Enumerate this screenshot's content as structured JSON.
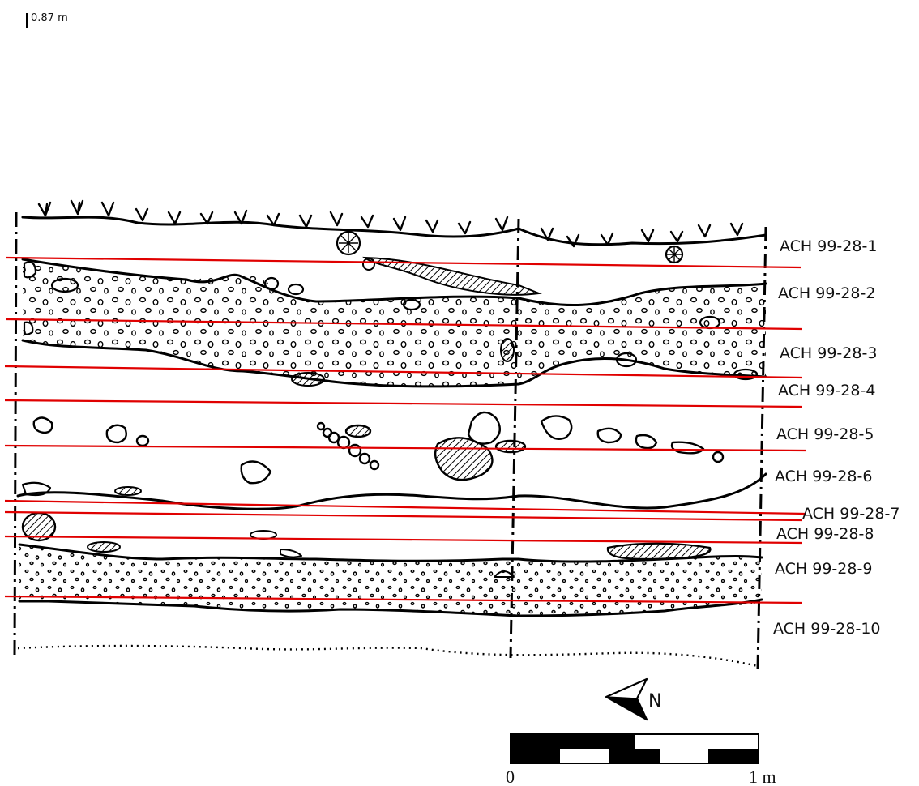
{
  "elevation_label": "0.87 m",
  "samples": [
    {
      "label": "ACH 99-28-1"
    },
    {
      "label": "ACH 99-28-2"
    },
    {
      "label": "ACH 99-28-3"
    },
    {
      "label": "ACH 99-28-4"
    },
    {
      "label": "ACH 99-28-5"
    },
    {
      "label": "ACH 99-28-6"
    },
    {
      "label": "ACH 99-28-7"
    },
    {
      "label": "ACH 99-28-8"
    },
    {
      "label": "ACH 99-28-9"
    },
    {
      "label": "ACH 99-28-10"
    }
  ],
  "north_arrow": {
    "label": "N"
  },
  "scale_bar": {
    "start_label": "0",
    "end_label": "1 m",
    "segments": 5
  },
  "colors": {
    "sample_line": "#e00000",
    "ink": "#000000"
  }
}
